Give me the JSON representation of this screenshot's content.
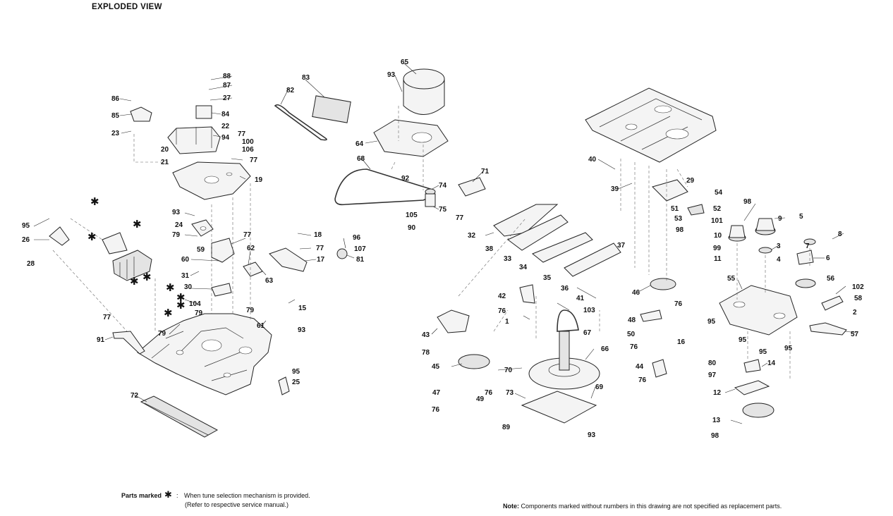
{
  "page": {
    "title": "EXPLODED VIEW"
  },
  "legend": {
    "key_label": "Parts marked",
    "symbol": "✱",
    "colon": ":",
    "line1": "When tune selection mechanism is provided.",
    "line2": "(Refer to respective service manual.)"
  },
  "note": {
    "label": "Note:",
    "text": "Components marked without numbers in this drawing are not specified as replacement parts."
  },
  "callouts": {
    "c88": "88",
    "c87": "87",
    "c27": "27",
    "c86": "86",
    "c85": "85",
    "c84": "84",
    "c22": "22",
    "c23": "23",
    "c94": "94",
    "c77a": "77",
    "c100": "100",
    "c20": "20",
    "c106": "106",
    "c77b": "77",
    "c21": "21",
    "c19": "19",
    "c82": "82",
    "c83": "83",
    "c65": "65",
    "c93a": "93",
    "c64": "64",
    "c68": "68",
    "c92": "92",
    "c74": "74",
    "c75": "75",
    "c105": "105",
    "c90": "90",
    "c71": "71",
    "c77c": "77",
    "c95a": "95",
    "c26": "26",
    "c28": "28",
    "c93b": "93",
    "c24": "24",
    "c79a": "79",
    "c77d": "77",
    "c18": "18",
    "c59": "59",
    "c96": "96",
    "c77e": "77",
    "c107": "107",
    "c62": "62",
    "c17": "17",
    "c81": "81",
    "c60": "60",
    "c31": "31",
    "c63": "63",
    "c30": "30",
    "c104": "104",
    "c15": "15",
    "c79b": "79",
    "c79c": "79",
    "c61": "61",
    "c93c": "93",
    "c77f": "77",
    "c91": "91",
    "c79d": "79",
    "c95b": "95",
    "c25": "25",
    "c72": "72",
    "c40": "40",
    "c39": "39",
    "c29": "29",
    "c54": "54",
    "c32": "32",
    "c38": "38",
    "c33": "33",
    "c34": "34",
    "c35": "35",
    "c36": "36",
    "c37": "37",
    "c51": "51",
    "c52": "52",
    "c53": "53",
    "c101": "101",
    "c98a": "98",
    "c41": "41",
    "c42": "42",
    "c46": "46",
    "c76a": "76",
    "c103": "103",
    "c76b": "76",
    "c1": "1",
    "c67": "67",
    "c43": "43",
    "c48": "48",
    "c50": "50",
    "c78": "78",
    "c76c": "76",
    "c16": "16",
    "c45": "45",
    "c66": "66",
    "c70": "70",
    "c44": "44",
    "c76d": "76",
    "c47": "47",
    "c49": "49",
    "c76e": "76",
    "c73": "73",
    "c69": "69",
    "c76f": "76",
    "c89": "89",
    "c93d": "93",
    "c98b": "98",
    "c9": "9",
    "c5": "5",
    "c8": "8",
    "c10": "10",
    "c3": "3",
    "c99": "99",
    "c7": "7",
    "c11": "11",
    "c4": "4",
    "c6": "6",
    "c56": "56",
    "c55": "55",
    "c102": "102",
    "c58": "58",
    "c2": "2",
    "c95c": "95",
    "c95d": "95",
    "c57": "57",
    "c95e": "95",
    "c95f": "95",
    "c80": "80",
    "c14": "14",
    "c97": "97",
    "c12": "12",
    "c13": "13",
    "c98c": "98"
  }
}
